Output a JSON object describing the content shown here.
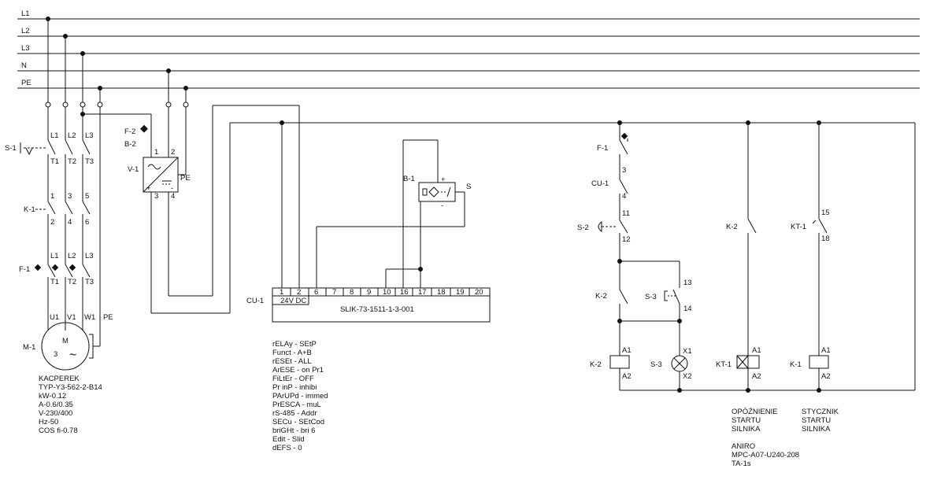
{
  "rails": [
    "L1",
    "L2",
    "L3",
    "N",
    "PE"
  ],
  "motor_circuit": {
    "s1": "S-1",
    "k1": "K-1",
    "f1": "F-1",
    "m1": "M-1",
    "phases_top": [
      "L1",
      "L2",
      "L3"
    ],
    "contactor_top": [
      "1",
      "3",
      "5"
    ],
    "contactor_bottom": [
      "2",
      "4",
      "6"
    ],
    "overload_top": [
      "L1",
      "L2",
      "L3"
    ],
    "overload_bottom": [
      "T1",
      "T2",
      "T3"
    ],
    "switch_bottom": [
      "T1",
      "T2",
      "T3"
    ],
    "motor_terms": [
      "U1",
      "V1",
      "W1",
      "PE"
    ],
    "motor_m": "M",
    "motor_3": "3",
    "motor_ac": "~"
  },
  "motor_spec": [
    "KACPEREK",
    "TYP-Y3-562-2-B14",
    "kW-0.12",
    "A-0.6/0.35",
    "V-230/400",
    "Hz-50",
    "COS fi-0.78"
  ],
  "psu": {
    "f2": "F-2",
    "b2": "B-2",
    "v1": "V-1",
    "t1": "1",
    "t2": "2",
    "t3": "3",
    "t4": "4",
    "pe": "PE",
    "plus": "+",
    "minus": "-"
  },
  "sensor": {
    "b1": "B-1",
    "s": "S",
    "plus": "+",
    "minus": "-"
  },
  "controller": {
    "label": "CU-1",
    "terminals": [
      "1",
      "2",
      "6",
      "7",
      "8",
      "9",
      "10",
      "16",
      "17",
      "18",
      "19",
      "20"
    ],
    "supply": "24V DC",
    "model": "SLIK-73-1511-1-3-001"
  },
  "settings": [
    "rELAy - SEtP",
    "Funct - A+B",
    "rESEt - ALL",
    "ArESE - on Pr1",
    "FiLtEr - OFF",
    "Pr inP - inhibi",
    "PArUPd - immed",
    "PrESCA - muL",
    "rS-485 - Addr",
    "SECu - SEtCod",
    "briGHt - bri   6",
    "Edit - Slid",
    "dEFS - 0"
  ],
  "control": {
    "f1": "F-1",
    "f1_n": "3",
    "cu1": "CU-1",
    "cu1_n": "4",
    "s2": "S-2",
    "s2_top": "11",
    "s2_bot": "12",
    "k2_contact": "K-2",
    "s3_contact": "S-3",
    "s3_top": "13",
    "s3_bot": "14",
    "k2_coil": "K-2",
    "s3_lamp": "S-3",
    "kt1_coil": "KT-1",
    "k1_coil": "K-1",
    "a1": "A1",
    "a2": "A2",
    "x1": "X1",
    "x2": "X2",
    "k2_nc": "K-2",
    "kt1_contact": "KT-1",
    "kt1_top": "15",
    "kt1_bot": "18"
  },
  "notes": {
    "delay": [
      "OPÓŹNIENIE",
      "STARTU",
      "SILNIKA"
    ],
    "contactor": [
      "STYCZNIK",
      "STARTU",
      "SILNIKA"
    ],
    "relay": [
      "ANIRO",
      "MPC-A07-U240-208",
      "TA-1s"
    ]
  }
}
